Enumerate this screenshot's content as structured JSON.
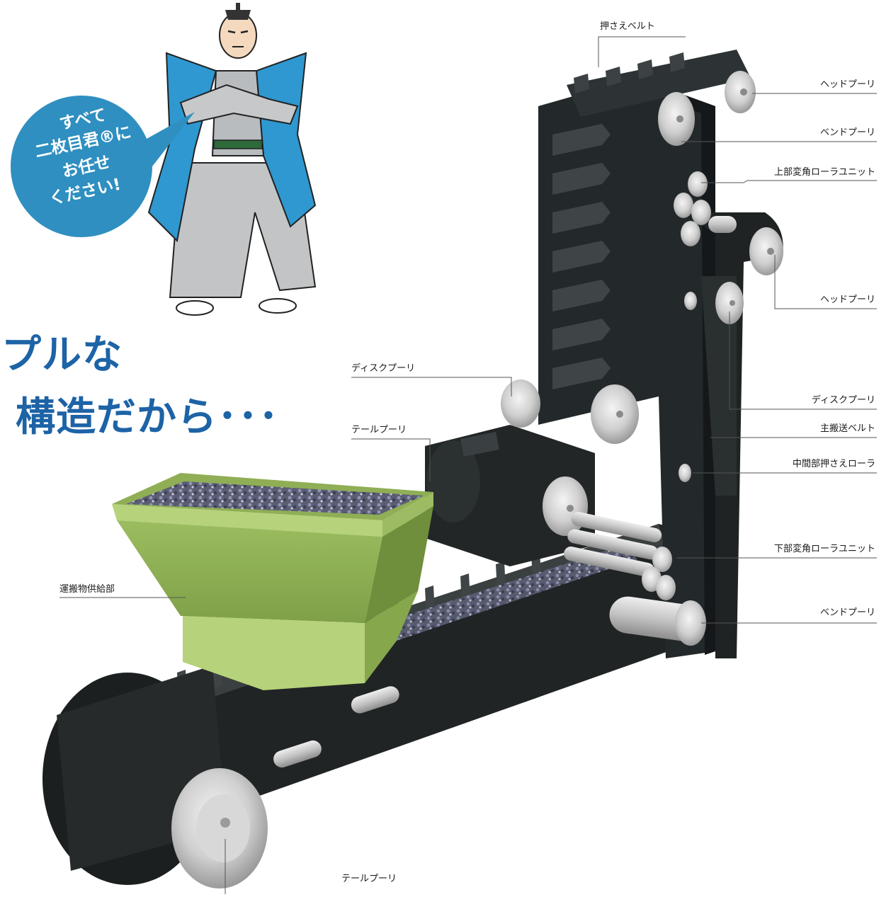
{
  "speech_bubble": {
    "lines": [
      "すべて",
      "二枚目君®に",
      "お任せ",
      "ください!"
    ]
  },
  "headline": {
    "line1": "プルな",
    "line2": "構造だから･･･"
  },
  "labels": {
    "press_belt": "押さえベルト",
    "head_pulley_top": "ヘッドプーリ",
    "bend_pulley_top": "ベンドプーリ",
    "upper_roller_unit": "上部変角ローラユニット",
    "head_pulley_mid": "ヘッドプーリ",
    "disc_pulley_right": "ディスクプーリ",
    "main_belt": "主搬送ベルト",
    "mid_press_roller": "中間部押さえローラ",
    "lower_roller_unit": "下部変角ローラユニット",
    "bend_pulley_bottom": "ベンドプーリ",
    "disc_pulley_left": "ディスクプーリ",
    "tail_pulley_left": "テールプーリ",
    "feed_section": "運搬物供給部",
    "tail_pulley_bottom": "テールプーリ"
  },
  "colors": {
    "accent_blue": "#1d63a6",
    "bubble_blue": "#2f8fc0",
    "belt_black": "#262a2b",
    "hopper_green": "#a6c46a",
    "pulley_grey": "#cfcfcf"
  }
}
